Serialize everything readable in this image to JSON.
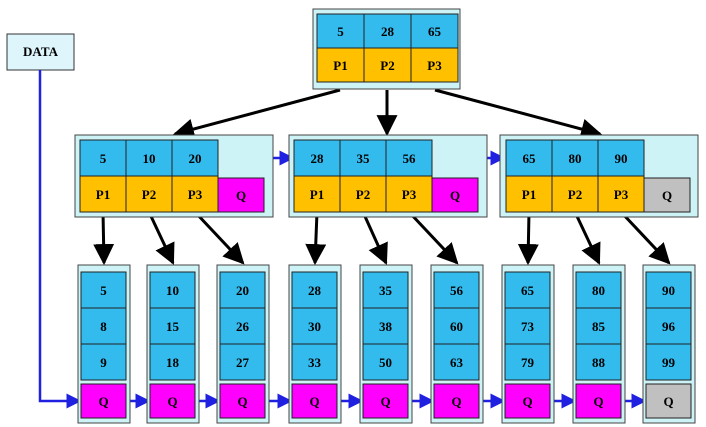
{
  "data_label": "DATA",
  "root": {
    "keys": [
      "5",
      "28",
      "65"
    ],
    "ptrs": [
      "P1",
      "P2",
      "P3"
    ]
  },
  "internal": [
    {
      "keys": [
        "5",
        "10",
        "20"
      ],
      "ptrs": [
        "P1",
        "P2",
        "P3"
      ],
      "q": "Q"
    },
    {
      "keys": [
        "28",
        "35",
        "56"
      ],
      "ptrs": [
        "P1",
        "P2",
        "P3"
      ],
      "q": "Q"
    },
    {
      "keys": [
        "65",
        "80",
        "90"
      ],
      "ptrs": [
        "P1",
        "P2",
        "P3"
      ],
      "q": "Q"
    }
  ],
  "leaves": [
    {
      "keys": [
        "5",
        "8",
        "9"
      ],
      "q": "Q"
    },
    {
      "keys": [
        "10",
        "15",
        "18"
      ],
      "q": "Q"
    },
    {
      "keys": [
        "20",
        "26",
        "27"
      ],
      "q": "Q"
    },
    {
      "keys": [
        "28",
        "30",
        "33"
      ],
      "q": "Q"
    },
    {
      "keys": [
        "35",
        "38",
        "50"
      ],
      "q": "Q"
    },
    {
      "keys": [
        "56",
        "60",
        "63"
      ],
      "q": "Q"
    },
    {
      "keys": [
        "65",
        "73",
        "79"
      ],
      "q": "Q"
    },
    {
      "keys": [
        "80",
        "85",
        "88"
      ],
      "q": "Q"
    },
    {
      "keys": [
        "90",
        "96",
        "99"
      ],
      "q": "Q"
    }
  ],
  "colors": {
    "key": "#33bbee",
    "pointer": "#ffc000",
    "q_link": "#ff00ff",
    "q_null": "#c0c0c0",
    "node_bg": "#cdf3f7",
    "data_box": "#ddf5fb",
    "tree_arrow": "#000000",
    "link_arrow": "#2020e0"
  }
}
